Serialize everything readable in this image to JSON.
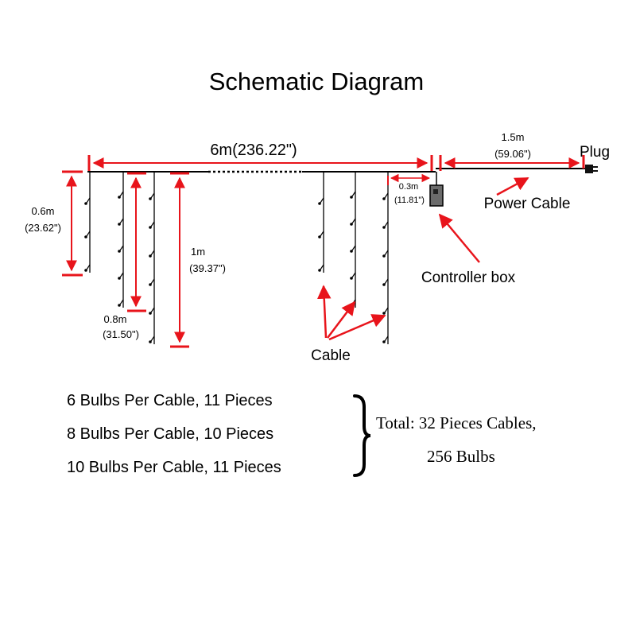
{
  "title": "Schematic Diagram",
  "dimensions": {
    "main_length": "6m(236.22\")",
    "power_length_m": "1.5m",
    "power_length_in": "(59.06\")",
    "gap_length_m": "0.3m",
    "gap_length_in": "(11.81\")",
    "drop_short_m": "0.6m",
    "drop_short_in": "(23.62\")",
    "drop_mid_m": "0.8m",
    "drop_mid_in": "(31.50\")",
    "drop_long_m": "1m",
    "drop_long_in": "(39.37\")"
  },
  "labels": {
    "plug": "Plug",
    "power_cable": "Power Cable",
    "controller_box": "Controller box",
    "cable": "Cable"
  },
  "specs": {
    "lines": [
      "6 Bulbs Per Cable, 11 Pieces",
      "8 Bulbs Per Cable, 10 Pieces",
      "10 Bulbs Per Cable, 11 Pieces"
    ],
    "total_line1": "Total: 32 Pieces Cables,",
    "total_line2": "256 Bulbs"
  },
  "colors": {
    "accent": "#e8141b",
    "line": "#000000",
    "controller_box": "#6b6b6b"
  }
}
